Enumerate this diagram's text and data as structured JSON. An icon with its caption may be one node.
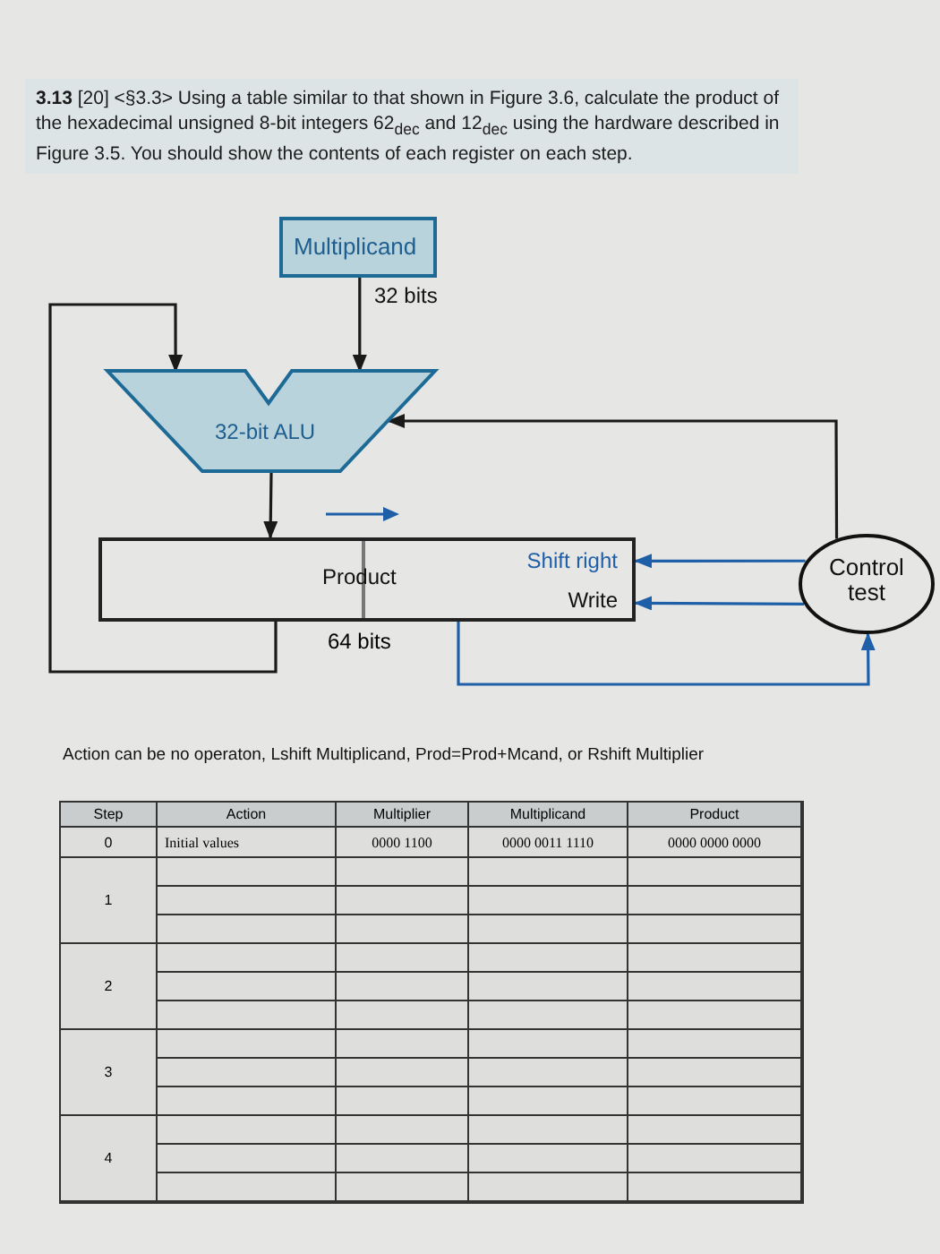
{
  "diagram": {
    "nodes": [
      {
        "text": [
          "Multiplicand"
        ]
      },
      {
        "text": [
          "32-bit ALU"
        ]
      },
      {
        "text": [
          "Product",
          "Shift right",
          "Write"
        ],
        "beside": [
          "64 bits"
        ]
      },
      {
        "text": [
          "Control test"
        ]
      }
    ],
    "edges": [
      {
        "from": 0,
        "to": 1,
        "arrow": "to",
        "label": "32 bits"
      },
      {
        "from": 1,
        "to": 2,
        "arrow": "to"
      },
      {
        "from": 2,
        "to": 1,
        "arrow": "to"
      },
      {
        "from": 3,
        "to": 1,
        "arrow": "to"
      },
      {
        "from": 3,
        "to": 2,
        "arrow": "to",
        "color": "#1f5fa8"
      },
      {
        "from": 3,
        "to": 2,
        "arrow": "to",
        "color": "#1f5fa8"
      },
      {
        "from": 2,
        "to": 3,
        "arrow": "to",
        "color": "#1f5fa8"
      }
    ],
    "labels": [
      "**3.13** [20] <§3.3> Using a table similar to that shown in Figure 3.6, calculate the product of the hexadecimal unsigned 8-bit integers 62$_{dec}$ and 12$_{dec}$ using the hardware described in Figure 3.5. You should show the contents of each register on each step.",
      "Action can be no operaton, Lshift Multiplicand, Prod=Prod+Mcand, or Rshift Multiplier",
      "Step",
      "Action",
      "Multiplier",
      "Multiplicand",
      "Product",
      "0",
      "Initial values",
      "0000 1100",
      "0000 0011 1110",
      "0000 0000 0000",
      "1",
      "2",
      "3",
      "4"
    ]
  }
}
